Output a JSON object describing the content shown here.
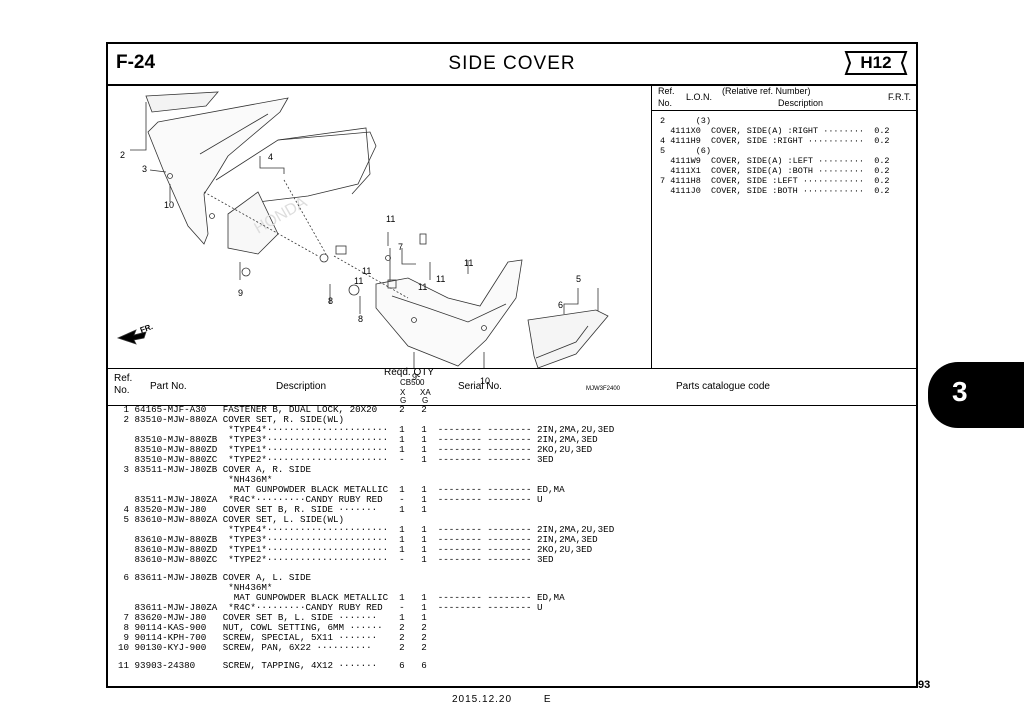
{
  "header": {
    "section": "F-24",
    "title": "SIDE COVER",
    "model_badge": "H12"
  },
  "diagram": {
    "callouts": [
      "2",
      "3",
      "4",
      "10",
      "9",
      "8",
      "8",
      "11",
      "11",
      "11",
      "11",
      "11",
      "7",
      "11",
      "5",
      "6",
      "9",
      "10"
    ],
    "direction_label": "FR.",
    "figure_code": "MJW3F2400"
  },
  "ref_table": {
    "headers": {
      "ref": "Ref.",
      "no": "No.",
      "lon": "L.O.N.",
      "rel": "(Relative ref. Number)",
      "desc": "Description",
      "frt": "F.R.T."
    },
    "rows": [
      "2      (3)",
      "  4111X0  COVER, SIDE(A) :RIGHT ········  0.2",
      "4 4111H9  COVER, SIDE :RIGHT ···········  0.2",
      "5      (6)",
      "  4111W9  COVER, SIDE(A) :LEFT ·········  0.2",
      "  4111X1  COVER, SIDE(A) :BOTH ·········  0.2",
      "7 4111H8  COVER, SIDE :LEFT ············  0.2",
      "  4111J0  COVER, SIDE :BOTH ············  0.2"
    ]
  },
  "parts_header": {
    "ref": "Ref.",
    "no": "No.",
    "part_no": "Part No.",
    "description": "Description",
    "reqd_qty": "Reqd. QTY",
    "model": "CB500",
    "col_x": "X",
    "col_xa": "XA",
    "g1": "G",
    "g2": "G",
    "serial": "Serial No.",
    "catalogue": "Parts catalogue code"
  },
  "parts": [
    " 1 64165-MJF-A30   FASTENER B, DUAL LOCK, 20X20    2   2",
    " 2 83510-MJW-880ZA COVER SET, R. SIDE(WL)",
    "                    *TYPE4*······················  1   1  -------- -------- 2IN,2MA,2U,3ED",
    "   83510-MJW-880ZB  *TYPE3*······················  1   1  -------- -------- 2IN,2MA,3ED",
    "   83510-MJW-880ZD  *TYPE1*······················  1   1  -------- -------- 2KO,2U,3ED",
    "   83510-MJW-880ZC  *TYPE2*······················  -   1  -------- -------- 3ED",
    " 3 83511-MJW-J80ZB COVER A, R. SIDE",
    "                    *NH436M*",
    "                     MAT GUNPOWDER BLACK METALLIC  1   1  -------- -------- ED,MA",
    "   83511-MJW-J80ZA  *R4C*·········CANDY RUBY RED   -   1  -------- -------- U",
    " 4 83520-MJW-J80   COVER SET B, R. SIDE ·······    1   1",
    " 5 83610-MJW-880ZA COVER SET, L. SIDE(WL)",
    "                    *TYPE4*······················  1   1  -------- -------- 2IN,2MA,2U,3ED",
    "   83610-MJW-880ZB  *TYPE3*······················  1   1  -------- -------- 2IN,2MA,3ED",
    "   83610-MJW-880ZD  *TYPE1*······················  1   1  -------- -------- 2KO,2U,3ED",
    "   83610-MJW-880ZC  *TYPE2*······················  -   1  -------- -------- 3ED",
    "",
    " 6 83611-MJW-J80ZB COVER A, L. SIDE",
    "                    *NH436M*",
    "                     MAT GUNPOWDER BLACK METALLIC  1   1  -------- -------- ED,MA",
    "   83611-MJW-J80ZA  *R4C*·········CANDY RUBY RED   -   1  -------- -------- U",
    " 7 83620-MJW-J80   COVER SET B, L. SIDE ·······    1   1",
    " 8 90114-KAS-900   NUT, COWL SETTING, 6MM ······   2   2",
    " 9 90114-KPH-700   SCREW, SPECIAL, 5X11 ·······    2   2",
    "10 90130-KYJ-900   SCREW, PAN, 6X22 ··········     2   2",
    "",
    "11 93903-24380     SCREW, TAPPING, 4X12 ·······    6   6"
  ],
  "side_tab": "3",
  "page_number": "93",
  "footer": {
    "date": "2015.12.20",
    "code": "E"
  }
}
